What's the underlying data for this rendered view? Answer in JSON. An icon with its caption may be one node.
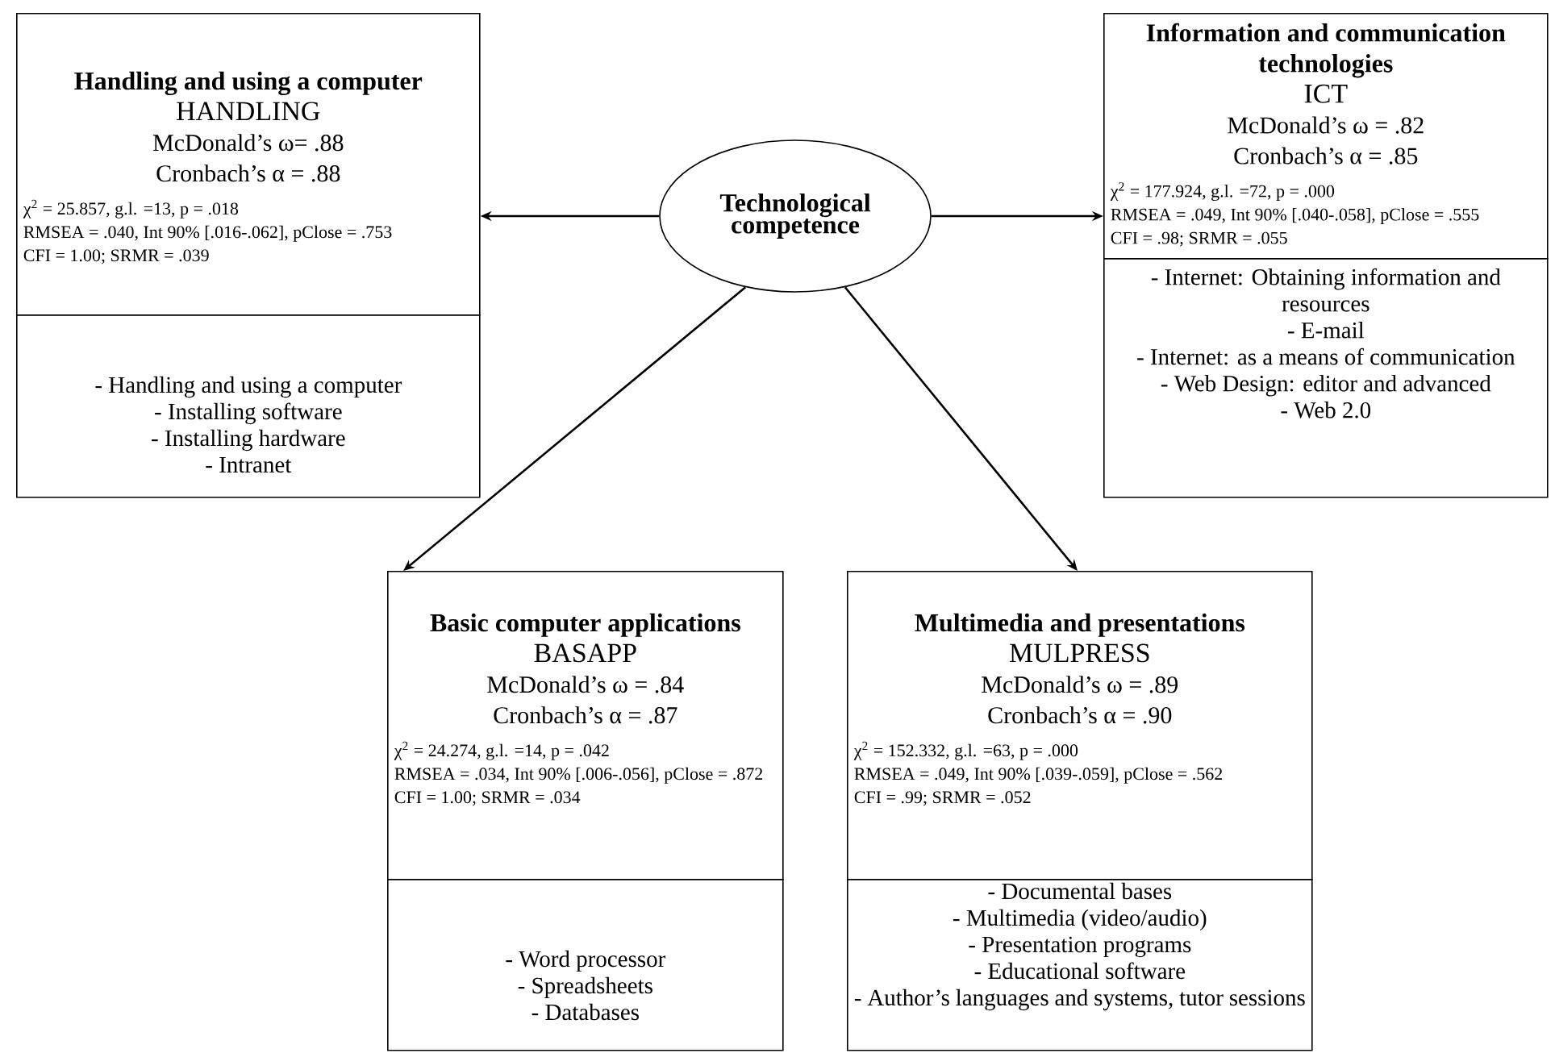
{
  "diagram": {
    "nodes": [
      {
        "text": [
          "Technological competence"
        ]
      },
      {
        "text": [
          "Handling and using a computer",
          "HANDLING",
          "McDonald’s ω= .88",
          "Cronbach’s α = .88",
          "χ$^{2}$ = 25.857, g.l. =13, p = .018",
          "RMSEA = .040, Int 90% [.016-.062], pClose = .753",
          "CFI = 1.00; SRMR = .039"
        ]
      },
      {
        "text": [
          "- Handling and using a computer",
          "- Installing software",
          "- Installing hardware",
          "- Intranet"
        ]
      },
      {
        "text": [
          "Information and communication technologies",
          "ICT",
          "McDonald’s ω = .82",
          "Cronbach’s α = .85",
          "χ$^{2}$ = 177.924, g.l. =72, p = .000",
          "RMSEA = .049, Int 90% [.040-.058], pClose = .555",
          "CFI = .98; SRMR = .055"
        ]
      },
      {
        "text": [
          "- Internet: Obtaining information and resources",
          "- E-mail",
          "- Internet: as a means of communication",
          "- Web Design: editor and advanced",
          "- Web 2.0"
        ]
      },
      {
        "text": [
          "Basic computer applications",
          "BASAPP",
          "McDonald’s ω = .84",
          "Cronbach’s α = .87",
          "χ$^{2}$ = 24.274, g.l. =14, p = .042",
          "RMSEA = .034, Int 90% [.006-.056], pClose = .872",
          "CFI = 1.00; SRMR = .034"
        ]
      },
      {
        "text": [
          "- Word processor",
          "- Spreadsheets",
          "- Databases"
        ]
      },
      {
        "text": [
          "Multimedia and presentations",
          "MULPRESS",
          "McDonald’s ω = .89",
          "Cronbach’s α = .90",
          "χ$^{2}$ = 152.332, g.l. =63, p = .000",
          "RMSEA = .049, Int 90% [.039-.059], pClose = .562",
          "CFI = .99; SRMR = .052"
        ]
      },
      {
        "text": [
          "- Documental bases",
          "- Multimedia (video/audio)",
          "- Presentation programs",
          "- Educational software",
          "- Author’s languages and systems, tutor sessions"
        ]
      }
    ],
    "edges": [
      {
        "from": 0,
        "to": 1,
        "arrow": "to"
      },
      {
        "from": 0,
        "to": 3,
        "arrow": "to"
      },
      {
        "from": 0,
        "to": 5,
        "arrow": "to"
      },
      {
        "from": 0,
        "to": 7,
        "arrow": "to"
      }
    ]
  }
}
